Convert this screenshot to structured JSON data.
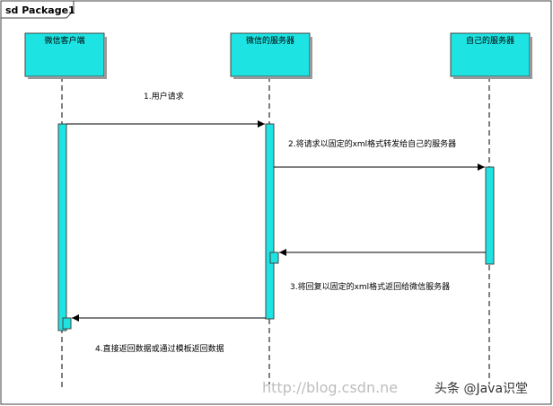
{
  "frame": {
    "title": "sd Package1"
  },
  "lifelines": [
    {
      "id": "client",
      "label": "微信客户端"
    },
    {
      "id": "wxserver",
      "label": "微信的服务器"
    },
    {
      "id": "myserver",
      "label": "自己的服务器"
    }
  ],
  "messages": [
    {
      "id": "m1",
      "label": "1.用户请求",
      "from": "client",
      "to": "wxserver"
    },
    {
      "id": "m2",
      "label": "2.将请求以固定的xml格式转发给自己的服务器",
      "from": "wxserver",
      "to": "myserver"
    },
    {
      "id": "m3",
      "label": "3.将回复以固定的xml格式返回给微信服务器",
      "from": "myserver",
      "to": "wxserver"
    },
    {
      "id": "m4",
      "label": "4.直接返回数据或通过模板返回数据",
      "from": "wxserver",
      "to": "client"
    }
  ],
  "watermark": {
    "url": "http://blog.csdn.ne",
    "brand": "头条 @Java识堂"
  },
  "colors": {
    "box": "#1de3e3",
    "frame": "#444444",
    "line": "#000000"
  }
}
